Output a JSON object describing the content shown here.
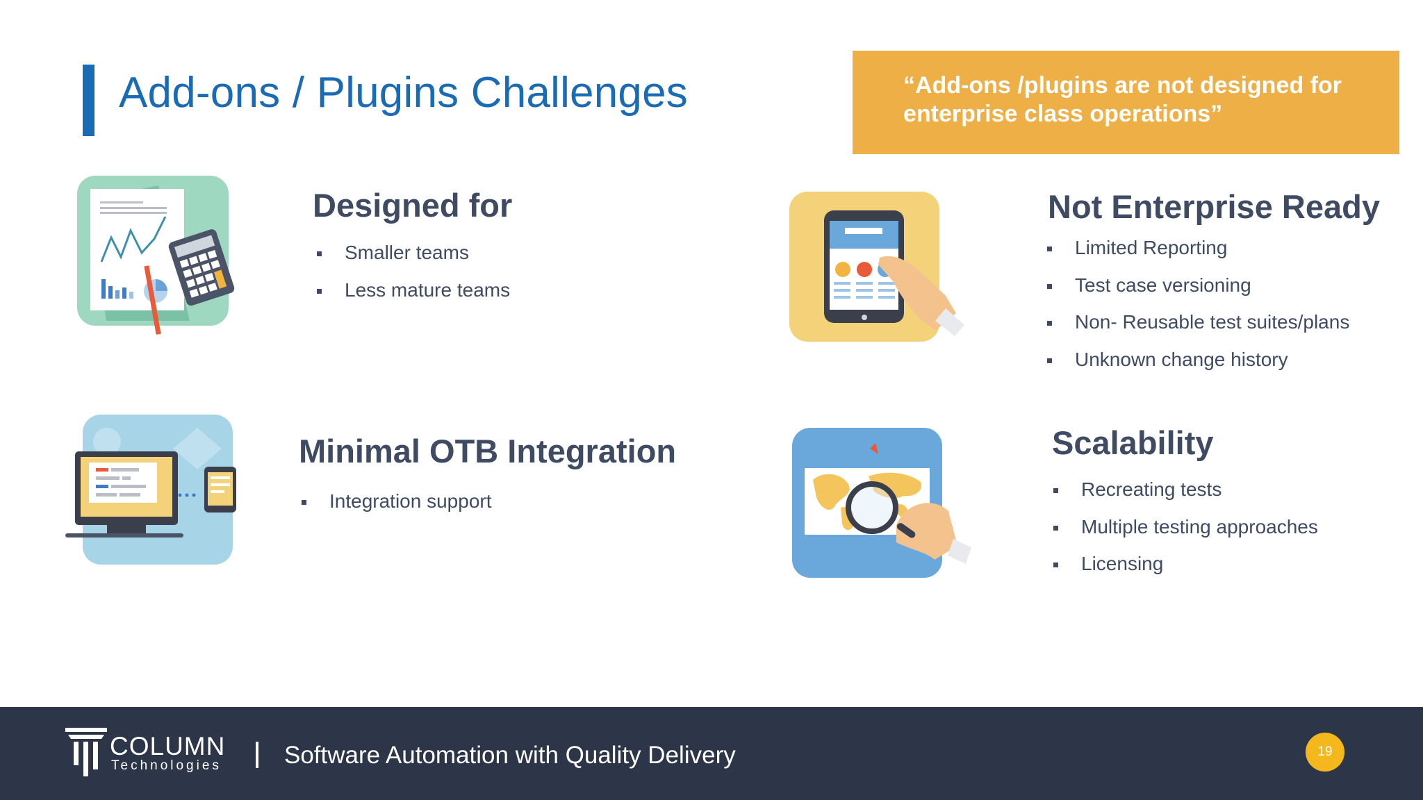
{
  "slide": {
    "title": "Add-ons / Plugins Challenges",
    "quote": "“Add-ons /plugins are not designed  for enterprise class operations”",
    "page_number": "19"
  },
  "sections": {
    "designed_for": {
      "heading": "Designed for",
      "items": [
        "Smaller teams",
        "Less mature teams"
      ]
    },
    "not_enterprise_ready": {
      "heading": "Not Enterprise Ready",
      "items": [
        "Limited Reporting",
        "Test case versioning",
        "Non- Reusable test suites/plans",
        "Unknown change history"
      ]
    },
    "minimal_otb": {
      "heading": "Minimal OTB Integration",
      "items": [
        "Integration support"
      ]
    },
    "scalability": {
      "heading": "Scalability",
      "items": [
        "Recreating tests",
        "Multiple testing approaches",
        "Licensing"
      ]
    }
  },
  "footer": {
    "logo_name": "COLUMN",
    "logo_sub": "Technologies",
    "tagline": "Software Automation with Quality Delivery"
  },
  "icons": {
    "designed_for": "report-calculator-icon",
    "not_enterprise_ready": "tablet-touch-icon",
    "minimal_otb": "computer-phone-sync-icon",
    "scalability": "map-magnifier-icon"
  },
  "colors": {
    "title_blue": "#1a6bb5",
    "quote_orange": "#eeaf46",
    "text_dark": "#3f4a63",
    "footer_bg": "#2d3648",
    "page_badge": "#f5b81c"
  }
}
